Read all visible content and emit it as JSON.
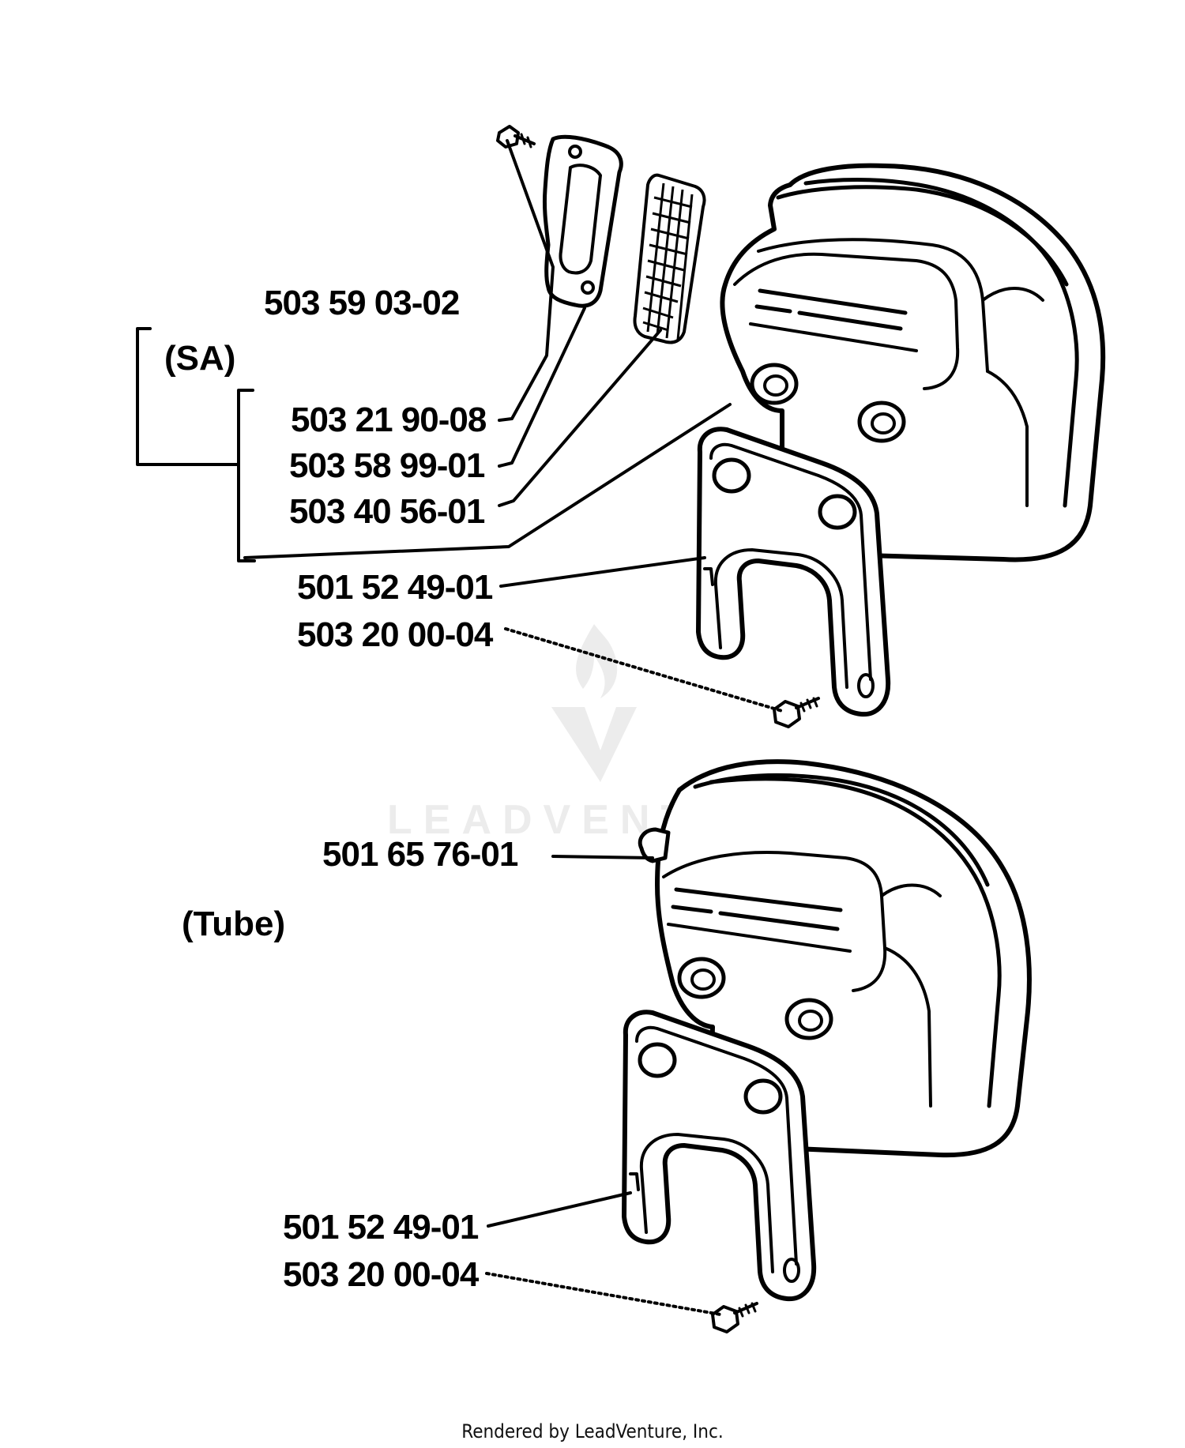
{
  "labels": {
    "sa_group": "(SA)",
    "tube_group": "(Tube)",
    "p_503_59_03_02": "503 59 03-02",
    "p_503_21_90_08": "503 21 90-08",
    "p_503_58_99_01": "503 58 99-01",
    "p_503_40_56_01": "503 40 56-01",
    "p_501_52_49_01_top": "501 52 49-01",
    "p_503_20_00_04_top": "503 20 00-04",
    "p_501_65_76_01": "501 65 76-01",
    "p_501_52_49_01_bottom": "501 52 49-01",
    "p_503_20_00_04_bottom": "503 20 00-04"
  },
  "watermark": {
    "brand": "LEADVENTURE"
  },
  "footer": {
    "credit": "Rendered by LeadVenture, Inc."
  },
  "colors": {
    "ink": "#000000",
    "watermark": "#ececec",
    "background": "#ffffff"
  }
}
